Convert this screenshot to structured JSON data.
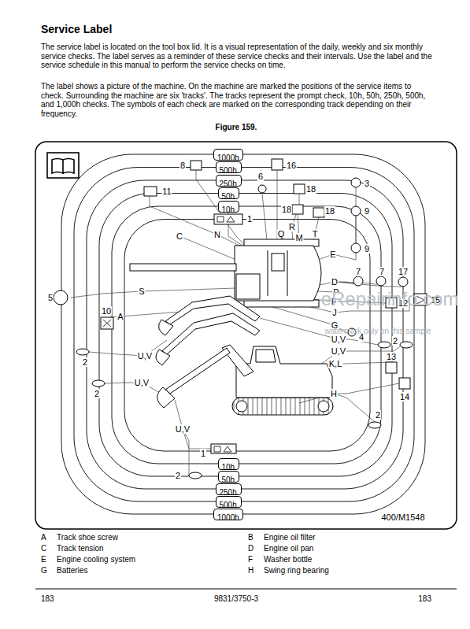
{
  "diagram": {
    "title": "Service Label",
    "caption": "Figure 159.",
    "nodes": [
      {
        "text": [
          "1000h"
        ]
      },
      {
        "text": [
          "500h"
        ]
      },
      {
        "text": [
          "250h"
        ]
      },
      {
        "text": [
          "50h"
        ]
      },
      {
        "text": [
          "10h"
        ]
      },
      {
        "text": [
          "10h"
        ]
      },
      {
        "text": [
          "50h"
        ]
      },
      {
        "text": [
          "250h"
        ]
      },
      {
        "text": [
          "500h"
        ]
      },
      {
        "text": [
          "1000h"
        ]
      }
    ],
    "edges": [],
    "labels": [
      "The service label is located on the tool box lid. It is a visual representation of the daily, weekly and six monthly service checks. The label serves as a reminder of these service checks and their intervals. Use the label and the service schedule in this manual to perform the service checks on time.",
      "The label shows a picture of the machine. On the machine are marked the positions of the service items to check. Surrounding the machine are six 'tracks'. The tracks represent the prompt check, 10h, 50h, 250h, 500h, and 1,000h checks. The symbols of each check are marked on the corresponding track depending on their frequency.",
      "8",
      "6",
      "16",
      "11",
      "3",
      "18",
      "1",
      "18",
      "18",
      "9",
      "N",
      "C",
      "Q",
      "R",
      "M",
      "T",
      "9",
      "E",
      "7",
      "7",
      "17",
      "D",
      "5",
      "S",
      "P",
      "F",
      "12",
      "15",
      "10",
      "A",
      "J",
      "G",
      "4",
      "U,V",
      "2",
      "U,V",
      "U,V",
      "2",
      "K,L",
      "13",
      "U,V",
      "2",
      "H",
      "14",
      "2",
      "U,V",
      "1",
      "2",
      "400/M1548",
      "eRepairinfo.com",
      "watermark only on this sample",
      "A",
      "Track shoe screw",
      "B",
      "Engine oil filter",
      "C",
      "Track tension",
      "D",
      "Engine oil pan",
      "E",
      "Engine cooling system",
      "F",
      "Washer bottle",
      "G",
      "Batteries",
      "H",
      "Swing ring bearing",
      "183",
      "9831/3750-3",
      "183"
    ]
  }
}
